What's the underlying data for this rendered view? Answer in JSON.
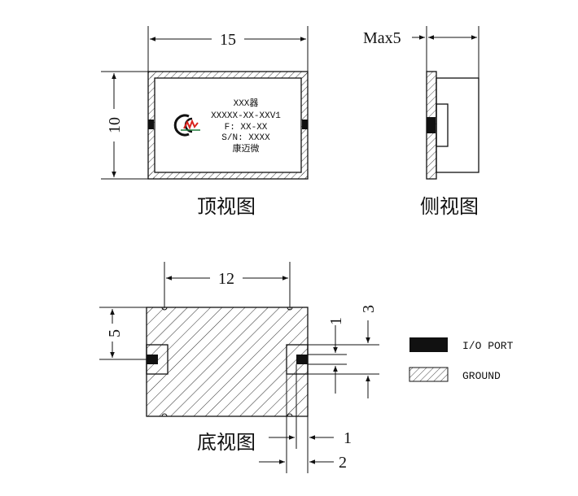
{
  "top_view": {
    "caption": "顶视图",
    "width_dim": "15",
    "height_dim": "10",
    "label_lines": [
      "XXX器",
      "XXXXX-XX-XXV1",
      "F: XX-XX",
      "S/N: XXXX",
      "康迈微"
    ]
  },
  "side_view": {
    "caption": "侧视图",
    "thickness_dim": "Max5"
  },
  "bottom_view": {
    "caption": "底视图",
    "width_dim": "12",
    "height_dim": "5",
    "port_dim": "1",
    "gap_dim": "3",
    "edge_dim_1": "1",
    "edge_dim_2": "2"
  },
  "legend": {
    "io_port": "I/O  PORT",
    "ground": "GROUND"
  },
  "colors": {
    "ink": "#111111",
    "logo_red": "#d9231d",
    "logo_green": "#1f7a3a"
  }
}
